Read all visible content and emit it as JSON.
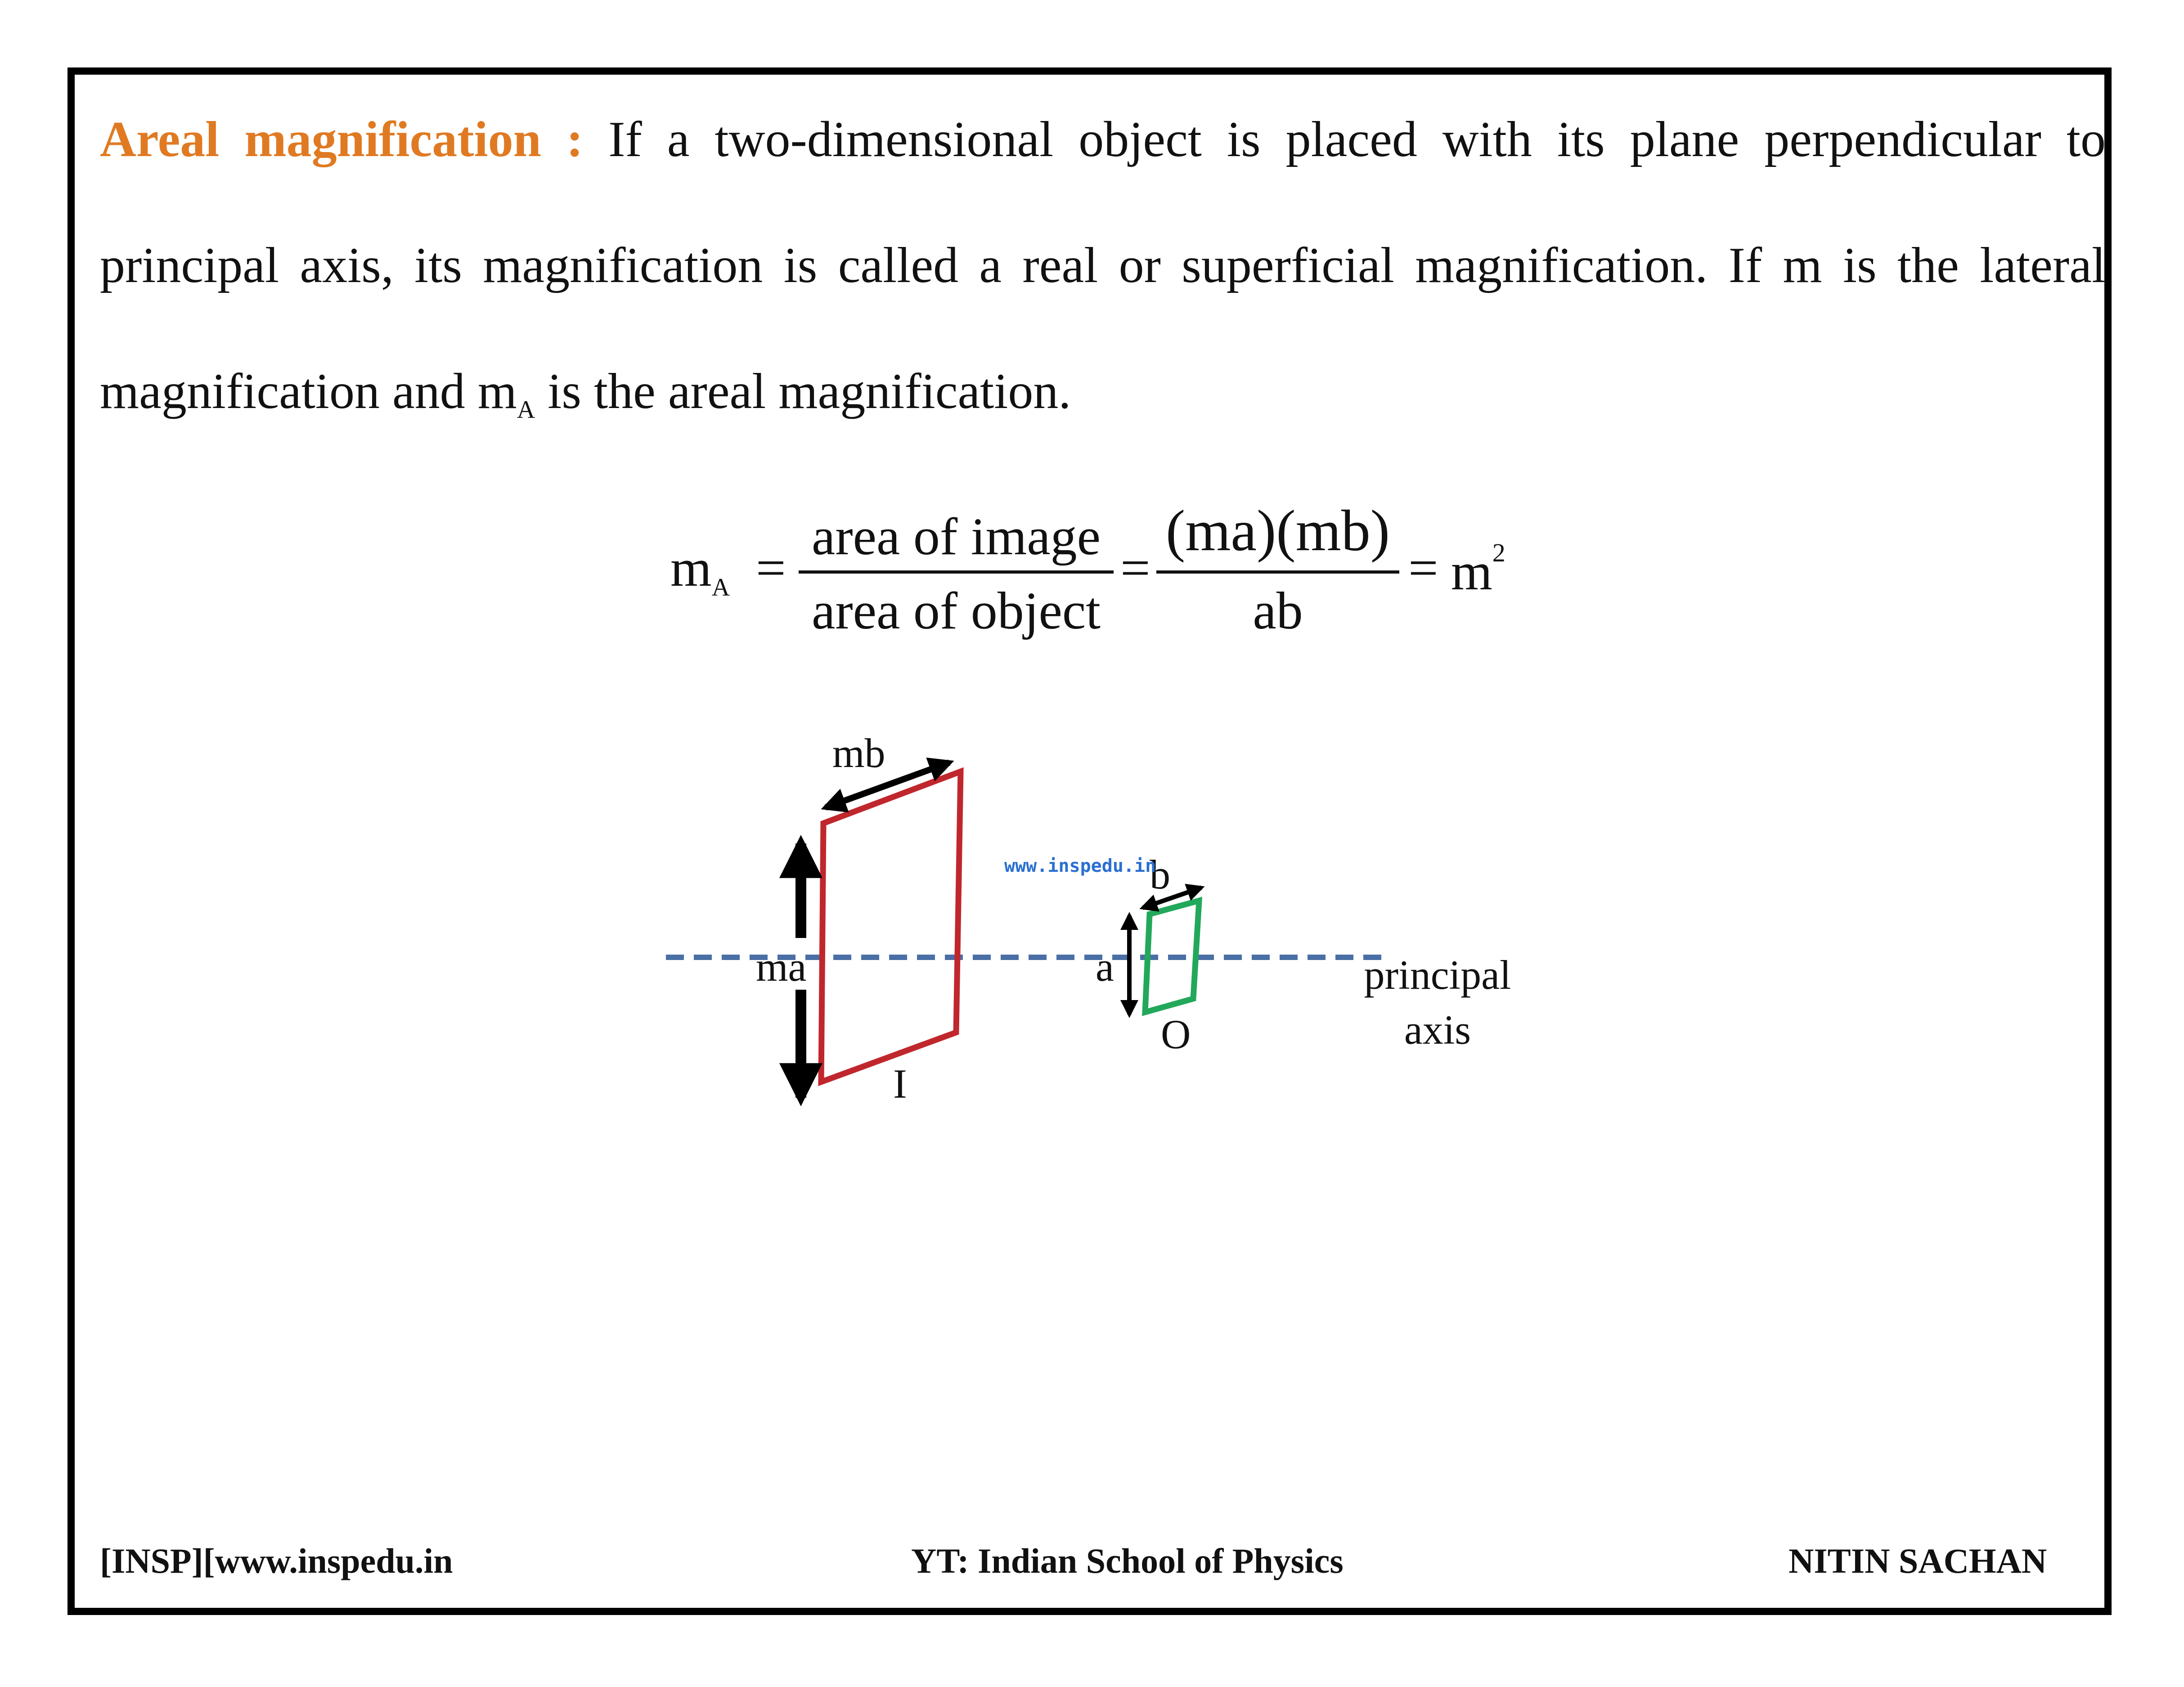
{
  "paragraph": {
    "heading": "Areal magnification :",
    "text_before_sub": "If a two-dimensional object is placed with its plane perpendicular to principal axis, its magnification is called a real or superficial magnification. If m is the lateral magnification and m",
    "subscript": "A",
    "text_after_sub": " is the areal magnification."
  },
  "equation": {
    "lhs_base": "m",
    "lhs_sub": "A",
    "eq1": "=",
    "frac1_num": "area of image",
    "frac1_den": "area of object",
    "eq2": "=",
    "frac2_num": "(ma)(mb)",
    "frac2_den": "ab",
    "eq3": "=",
    "rhs_base": "m",
    "rhs_sup": "2"
  },
  "diagram": {
    "label_mb": "mb",
    "label_ma": "ma",
    "label_I": "I",
    "label_b": "b",
    "label_a": "a",
    "label_O": "O",
    "label_axis_line1": "principal",
    "label_axis_line2": "axis",
    "watermark": "www.inspedu.in",
    "colors": {
      "image": "#c0272d",
      "object": "#22a85a",
      "axis": "#4a6fa5",
      "watermark": "#2a6fd1"
    }
  },
  "footer": {
    "left": "[INSP][www.inspedu.in",
    "center": "YT: Indian School of Physics",
    "right": "NITIN SACHAN"
  }
}
